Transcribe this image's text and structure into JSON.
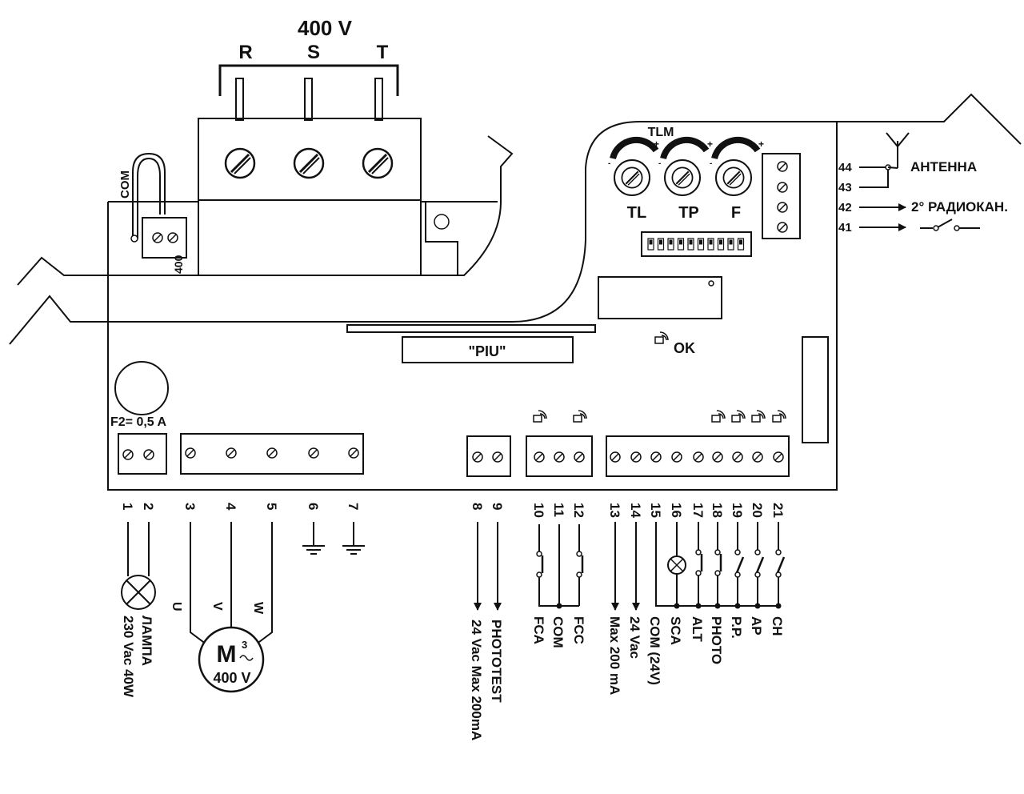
{
  "supply": {
    "voltage": "400 V",
    "phases": [
      "R",
      "S",
      "T"
    ]
  },
  "board": {
    "com_label": "COM",
    "jumper_400": "400",
    "fuse": "F2= 0,5 A",
    "piu": "\"PIU\"",
    "ok": "OK",
    "tlm": "TLM",
    "trimmers": [
      "TL",
      "TP",
      "F"
    ]
  },
  "radio": {
    "antenna": "АНТЕННА",
    "channel2": "2° РАДИОКАН.",
    "terminals": [
      "44",
      "43",
      "42",
      "41"
    ]
  },
  "terminals": {
    "numbers": [
      "1",
      "2",
      "3",
      "4",
      "5",
      "6",
      "7",
      "8",
      "9",
      "10",
      "11",
      "12",
      "13",
      "14",
      "15",
      "16",
      "17",
      "18",
      "19",
      "20",
      "21"
    ]
  },
  "loads": {
    "lamp": "ЛАМПА",
    "lamp_spec": "230 Vac 40W",
    "motor_phases": [
      "U",
      "V",
      "W"
    ],
    "motor": "M",
    "motor_sup": "3",
    "motor_voltage": "400 V",
    "phototest": "PHOTOTEST",
    "phototest_spec": "24 Vac Max 200mA",
    "limit_labels": [
      "FCA",
      "COM",
      "FCC"
    ],
    "aux_spec": "Max 200 mA",
    "aux_voltage": "24 Vac",
    "inputs": [
      "COM (24V)",
      "SCA",
      "ALT",
      "PHOTO",
      "P.P.",
      "AP",
      "CH"
    ]
  }
}
